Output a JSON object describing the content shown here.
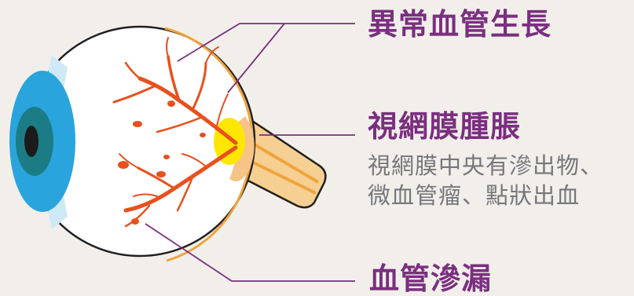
{
  "labels": {
    "abnormal_growth": "異常血管生長",
    "retinal_swelling": "視網膜腫脹",
    "retinal_swelling_detail_line1": "視網膜中央有滲出物、",
    "retinal_swelling_detail_line2": "微血管瘤、點狀出血",
    "vessel_leakage": "血管滲漏"
  },
  "colors": {
    "background": "#f2efeb",
    "heading_text": "#7a2f7f",
    "detail_text": "#76777a",
    "leader_line": "#7a2f7f",
    "eyeball_fill": "#ffffff",
    "eyeball_outline": "#1f1f1f",
    "retina_layer": "#f0a33c",
    "optic_nerve": "#f6cf92",
    "blood_vessel": "#e8501e",
    "macula": "#ffe600",
    "iris": "#2aa4dc",
    "pupil": "#1b1b1b"
  }
}
